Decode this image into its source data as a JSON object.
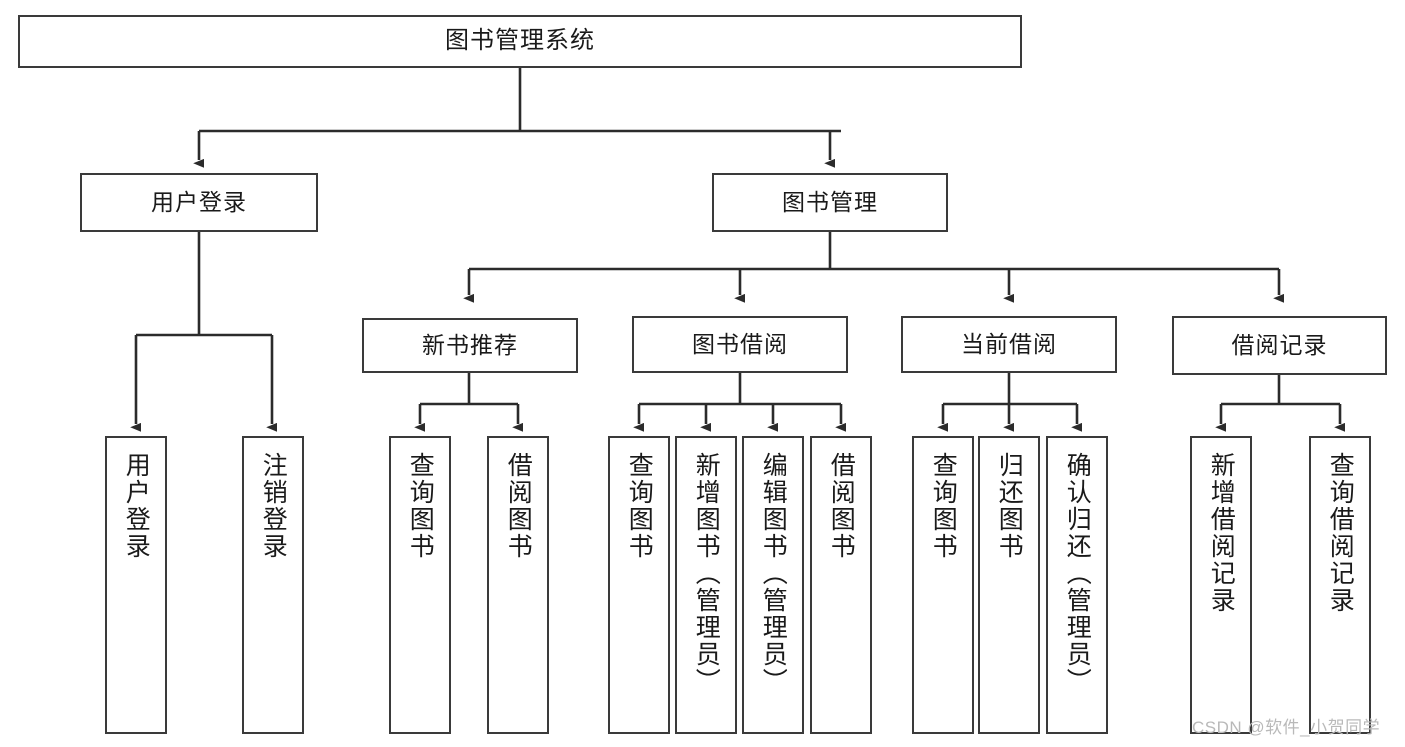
{
  "diagram": {
    "title": "图书管理系统",
    "type": "tree-hierarchy-diagram",
    "colors": {
      "background": "#ffffff",
      "box_border": "#3a3a3a",
      "box_fill": "#ffffff",
      "text": "#1a1a1a",
      "edge": "#2b2b2b",
      "watermark": "#b9b9b9"
    },
    "root": {
      "label": "图书管理系统"
    },
    "level2": [
      {
        "label": "用户登录"
      },
      {
        "label": "图书管理"
      }
    ],
    "level3": [
      {
        "label": "新书推荐"
      },
      {
        "label": "图书借阅"
      },
      {
        "label": "当前借阅"
      },
      {
        "label": "借阅记录"
      }
    ],
    "leaves": [
      {
        "label": "用户登录",
        "parent": "用户登录"
      },
      {
        "label": "注销登录",
        "parent": "用户登录"
      },
      {
        "label": "查询图书",
        "parent": "新书推荐"
      },
      {
        "label": "借阅图书",
        "parent": "新书推荐"
      },
      {
        "label": "查询图书",
        "parent": "图书借阅"
      },
      {
        "label": "新增图书（管理员）",
        "parent": "图书借阅"
      },
      {
        "label": "编辑图书（管理员）",
        "parent": "图书借阅"
      },
      {
        "label": "借阅图书",
        "parent": "图书借阅"
      },
      {
        "label": "查询图书",
        "parent": "当前借阅"
      },
      {
        "label": "归还图书",
        "parent": "当前借阅"
      },
      {
        "label": "确认归还（管理员）",
        "parent": "当前借阅"
      },
      {
        "label": "新增借阅记录",
        "parent": "借阅记录"
      },
      {
        "label": "查询借阅记录",
        "parent": "借阅记录"
      }
    ],
    "watermark": "CSDN @软件_小贺同学"
  }
}
